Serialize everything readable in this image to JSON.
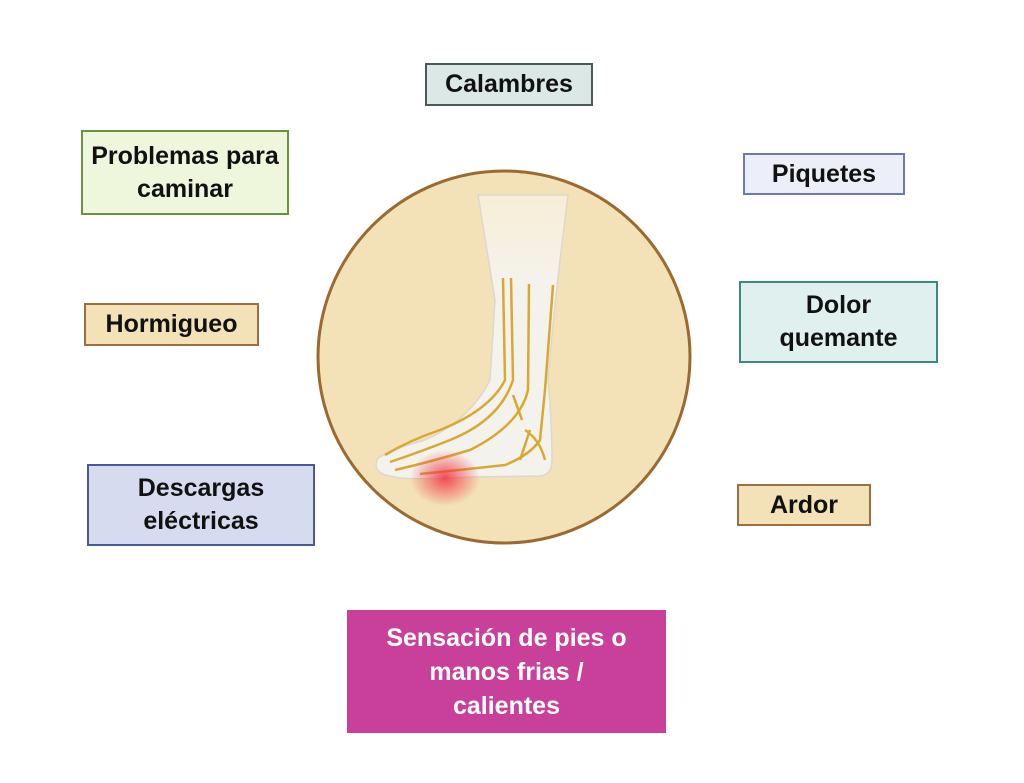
{
  "symptoms": {
    "calambres": "Calambres",
    "problemas": "Problemas para caminar",
    "piquetes": "Piquetes",
    "hormigueo": "Hormigueo",
    "dolor": "Dolor quemante",
    "descargas": "Descargas eléctricas",
    "ardor": "Ardor",
    "sensacion": "Sensación de pies o manos frias / calientes"
  },
  "colors": {
    "circle": "#f3e1b8",
    "nerve": "#d8a830",
    "highlight": "#c8409a"
  }
}
